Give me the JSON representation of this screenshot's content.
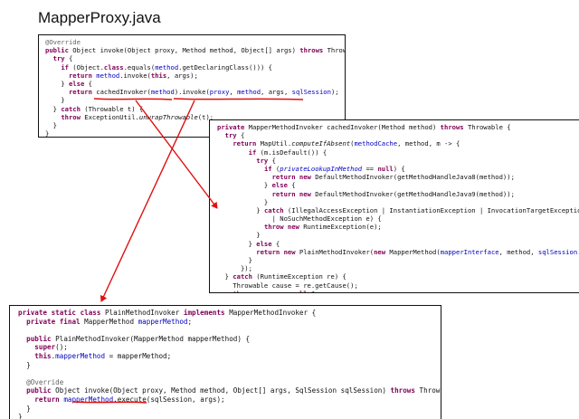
{
  "title": "MapperProxy.java",
  "colors": {
    "keyword": "#7f0055",
    "field": "#0000c0",
    "annotation": "#646464",
    "text": "#111111",
    "arrow": "#e01010"
  },
  "panel_invoke": {
    "lines": [
      [
        [
          "a",
          "@Override"
        ]
      ],
      [
        [
          "k",
          "public "
        ],
        [
          "t",
          "Object invoke(Object proxy, Method method, Object[] args) "
        ],
        [
          "k",
          "throws "
        ],
        [
          "t",
          "Throwable {"
        ]
      ],
      [
        [
          "t",
          "  "
        ],
        [
          "k",
          "try "
        ],
        [
          "t",
          "{"
        ]
      ],
      [
        [
          "t",
          "    "
        ],
        [
          "k",
          "if "
        ],
        [
          "t",
          "(Object."
        ],
        [
          "k",
          "class"
        ],
        [
          "t",
          ".equals("
        ],
        [
          "f",
          "method"
        ],
        [
          "t",
          ".getDeclaringClass())) {"
        ]
      ],
      [
        [
          "t",
          "      "
        ],
        [
          "k",
          "return "
        ],
        [
          "f",
          "method"
        ],
        [
          "t",
          ".invoke("
        ],
        [
          "k",
          "this"
        ],
        [
          "t",
          ", args);"
        ]
      ],
      [
        [
          "t",
          "    } "
        ],
        [
          "k",
          "else "
        ],
        [
          "t",
          "{"
        ]
      ],
      [
        [
          "t",
          "      "
        ],
        [
          "k",
          "return "
        ],
        [
          "t",
          "cachedInvoker("
        ],
        [
          "f",
          "method"
        ],
        [
          "t",
          ").invoke("
        ],
        [
          "f",
          "proxy"
        ],
        [
          "t",
          ", "
        ],
        [
          "f",
          "method"
        ],
        [
          "t",
          ", args, "
        ],
        [
          "f",
          "sqlSession"
        ],
        [
          "t",
          ");"
        ]
      ],
      [
        [
          "t",
          "    }"
        ]
      ],
      [
        [
          "t",
          "  } "
        ],
        [
          "k",
          "catch "
        ],
        [
          "t",
          "(Throwable t) {"
        ]
      ],
      [
        [
          "t",
          "    "
        ],
        [
          "k",
          "throw "
        ],
        [
          "t",
          "ExceptionUtil."
        ],
        [
          "i",
          "unwrapThrowable"
        ],
        [
          "t",
          "(t);"
        ]
      ],
      [
        [
          "t",
          "  }"
        ]
      ],
      [
        [
          "t",
          "}"
        ]
      ]
    ]
  },
  "panel_cached": {
    "lines": [
      [
        [
          "k",
          "private "
        ],
        [
          "t",
          "MapperMethodInvoker cachedInvoker(Method method) "
        ],
        [
          "k",
          "throws "
        ],
        [
          "t",
          "Throwable {"
        ]
      ],
      [
        [
          "t",
          "  "
        ],
        [
          "k",
          "try "
        ],
        [
          "t",
          "{"
        ]
      ],
      [
        [
          "t",
          "    "
        ],
        [
          "k",
          "return "
        ],
        [
          "t",
          "MapUtil."
        ],
        [
          "i",
          "computeIfAbsent"
        ],
        [
          "t",
          "("
        ],
        [
          "f",
          "methodCache"
        ],
        [
          "t",
          ", method, m -> {"
        ]
      ],
      [
        [
          "t",
          "        "
        ],
        [
          "k",
          "if "
        ],
        [
          "t",
          "(m.isDefault()) {"
        ]
      ],
      [
        [
          "t",
          "          "
        ],
        [
          "k",
          "try "
        ],
        [
          "t",
          "{"
        ]
      ],
      [
        [
          "t",
          "            "
        ],
        [
          "k",
          "if "
        ],
        [
          "t",
          "("
        ],
        [
          "fi",
          "privateLookupInMethod"
        ],
        [
          "t",
          " == "
        ],
        [
          "k",
          "null"
        ],
        [
          "t",
          ") {"
        ]
      ],
      [
        [
          "t",
          "              "
        ],
        [
          "k",
          "return new "
        ],
        [
          "t",
          "DefaultMethodInvoker(getMethodHandleJava8(method));"
        ]
      ],
      [
        [
          "t",
          "            } "
        ],
        [
          "k",
          "else "
        ],
        [
          "t",
          "{"
        ]
      ],
      [
        [
          "t",
          "              "
        ],
        [
          "k",
          "return new "
        ],
        [
          "t",
          "DefaultMethodInvoker(getMethodHandleJava9(method));"
        ]
      ],
      [
        [
          "t",
          "            }"
        ]
      ],
      [
        [
          "t",
          "          } "
        ],
        [
          "k",
          "catch "
        ],
        [
          "t",
          "(IllegalAccessException | InstantiationException | InvocationTargetException"
        ]
      ],
      [
        [
          "t",
          "              | NoSuchMethodException e) {"
        ]
      ],
      [
        [
          "t",
          "            "
        ],
        [
          "k",
          "throw new "
        ],
        [
          "t",
          "RuntimeException(e);"
        ]
      ],
      [
        [
          "t",
          "          }"
        ]
      ],
      [
        [
          "t",
          "        } "
        ],
        [
          "k",
          "else "
        ],
        [
          "t",
          "{"
        ]
      ],
      [
        [
          "t",
          "          "
        ],
        [
          "k",
          "return new "
        ],
        [
          "t",
          "PlainMethodInvoker("
        ],
        [
          "k",
          "new "
        ],
        [
          "t",
          "MapperMethod("
        ],
        [
          "f",
          "mapperInterface"
        ],
        [
          "t",
          ", method, "
        ],
        [
          "f",
          "sqlSession"
        ],
        [
          "t",
          ".getConfiguration()"
        ]
      ],
      [
        [
          "t",
          "        }"
        ]
      ],
      [
        [
          "t",
          "      });"
        ]
      ],
      [
        [
          "t",
          "  } "
        ],
        [
          "k",
          "catch "
        ],
        [
          "t",
          "(RuntimeException re) {"
        ]
      ],
      [
        [
          "t",
          "    Throwable cause = re.getCause();"
        ]
      ],
      [
        [
          "t",
          "    "
        ],
        [
          "k",
          "throw "
        ],
        [
          "t",
          "cause == "
        ],
        [
          "k",
          "null "
        ],
        [
          "t",
          "? re : cause;"
        ]
      ],
      [
        [
          "t",
          "  }"
        ]
      ],
      [
        [
          "t",
          "}"
        ]
      ]
    ]
  },
  "panel_plain": {
    "lines": [
      [
        [
          "k",
          "private static class "
        ],
        [
          "t",
          "PlainMethodInvoker "
        ],
        [
          "k",
          "implements "
        ],
        [
          "t",
          "MapperMethodInvoker {"
        ]
      ],
      [
        [
          "t",
          "  "
        ],
        [
          "k",
          "private final "
        ],
        [
          "t",
          "MapperMethod "
        ],
        [
          "f",
          "mapperMethod"
        ],
        [
          "t",
          ";"
        ]
      ],
      [
        [
          "t",
          ""
        ]
      ],
      [
        [
          "t",
          "  "
        ],
        [
          "k",
          "public "
        ],
        [
          "t",
          "PlainMethodInvoker(MapperMethod mapperMethod) {"
        ]
      ],
      [
        [
          "t",
          "    "
        ],
        [
          "k",
          "super"
        ],
        [
          "t",
          "();"
        ]
      ],
      [
        [
          "t",
          "    "
        ],
        [
          "k",
          "this"
        ],
        [
          "t",
          "."
        ],
        [
          "f",
          "mapperMethod"
        ],
        [
          "t",
          " = mapperMethod;"
        ]
      ],
      [
        [
          "t",
          "  }"
        ]
      ],
      [
        [
          "t",
          ""
        ]
      ],
      [
        [
          "a",
          "  @Override"
        ]
      ],
      [
        [
          "t",
          "  "
        ],
        [
          "k",
          "public "
        ],
        [
          "t",
          "Object invoke(Object proxy, Method method, Object[] args, SqlSession sqlSession) "
        ],
        [
          "k",
          "throws "
        ],
        [
          "t",
          "Throwable {"
        ]
      ],
      [
        [
          "t",
          "    "
        ],
        [
          "k",
          "return "
        ],
        [
          "f",
          "mapperMethod"
        ],
        [
          "t",
          ".execute(sqlSession, args);"
        ]
      ],
      [
        [
          "t",
          "  }"
        ]
      ],
      [
        [
          "t",
          "}"
        ]
      ]
    ]
  }
}
